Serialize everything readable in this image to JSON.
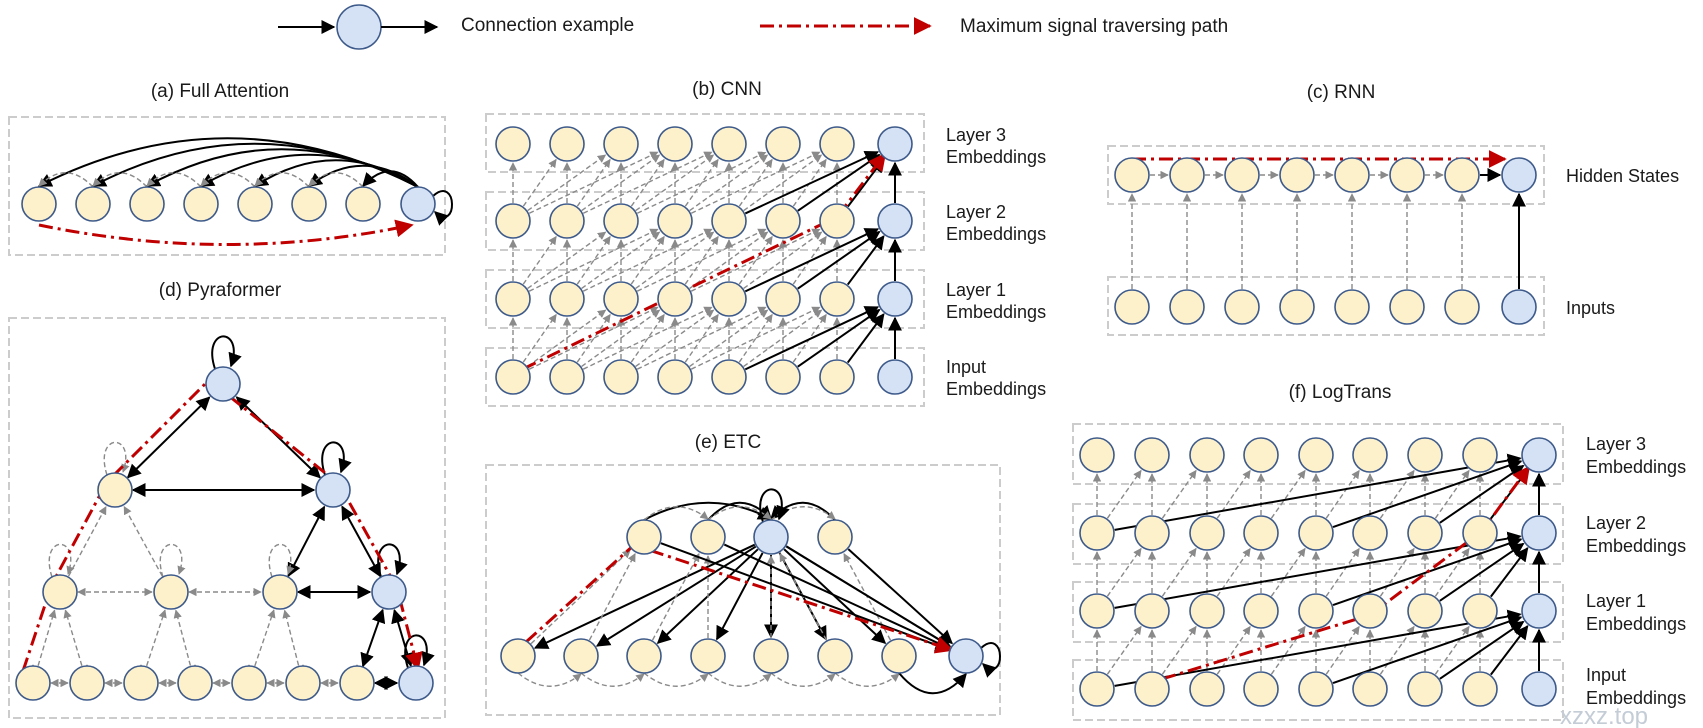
{
  "legend": {
    "connection_label": "Connection example",
    "path_label": "Maximum signal traversing path"
  },
  "panels": {
    "full_attention": {
      "title": "(a) Full Attention"
    },
    "cnn": {
      "title": "(b) CNN",
      "rows": [
        {
          "l1": "Layer 3",
          "l2": "Embeddings"
        },
        {
          "l1": "Layer 2",
          "l2": "Embeddings"
        },
        {
          "l1": "Layer 1",
          "l2": "Embeddings"
        },
        {
          "l1": "Input",
          "l2": "Embeddings"
        }
      ]
    },
    "rnn": {
      "title": "(c) RNN",
      "hidden_label": "Hidden States",
      "inputs_label": "Inputs"
    },
    "pyraformer": {
      "title": "(d) Pyraformer"
    },
    "etc": {
      "title": "(e) ETC"
    },
    "logtrans": {
      "title": "(f) LogTrans",
      "rows": [
        {
          "l1": "Layer 3",
          "l2": "Embeddings"
        },
        {
          "l1": "Layer 2",
          "l2": "Embeddings"
        },
        {
          "l1": "Layer 1",
          "l2": "Embeddings"
        },
        {
          "l1": "Input",
          "l2": "Embeddings"
        }
      ]
    }
  },
  "watermark": "xzxz.top",
  "colors": {
    "node_fill": "#fdf1cc",
    "query_fill": "#d5e1f4",
    "node_stroke": "#3d5a8a",
    "dashed": "#8a8a8a",
    "path": "#c00000",
    "solid": "#000000",
    "frame": "#cccccc"
  }
}
